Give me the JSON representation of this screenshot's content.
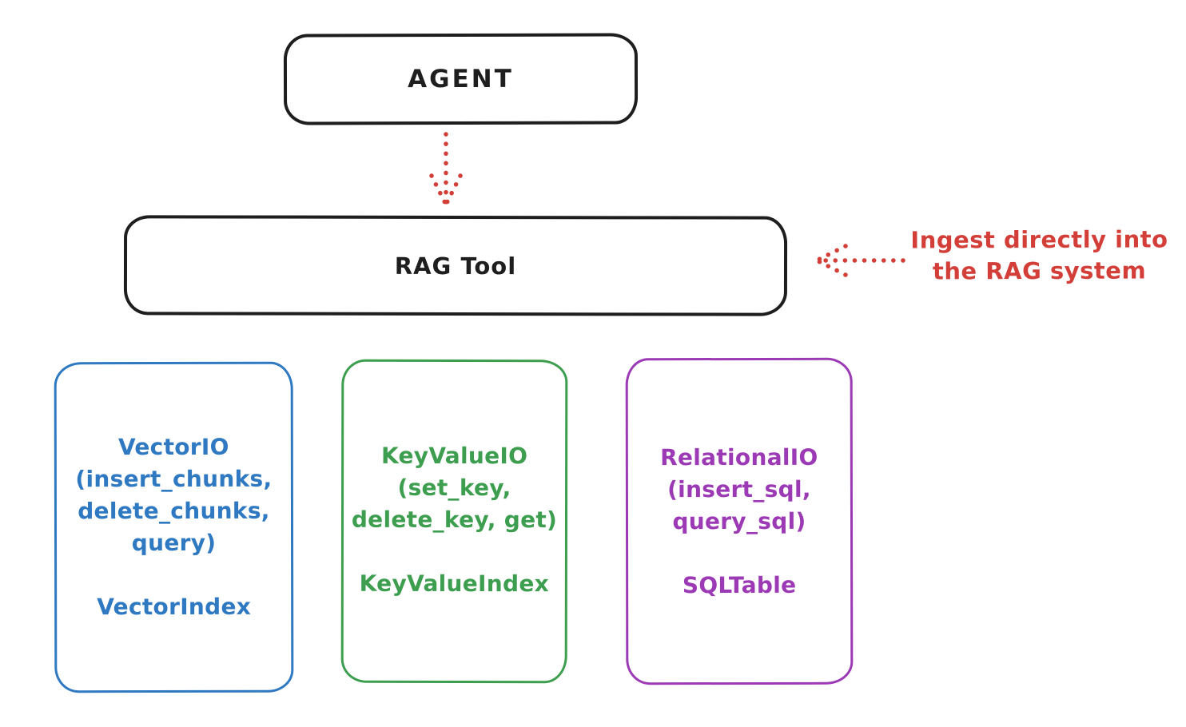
{
  "canvas": {
    "background": "#ffffff"
  },
  "colors": {
    "ink": "#1e1e1e",
    "red": "#d33f38",
    "blue": "#2f79c2",
    "green": "#3d9e4f",
    "purple": "#9c3ab5"
  },
  "agent_box": {
    "label": "AGENT"
  },
  "rag_box": {
    "label": "RAG Tool"
  },
  "annotation": {
    "line1": "Ingest directly into",
    "line2": "the RAG system"
  },
  "arrows": [
    {
      "name": "agent-to-rag-arrow",
      "style": "dotted",
      "direction": "down",
      "color": "#d33f38"
    },
    {
      "name": "ingest-into-rag-arrow",
      "style": "dotted",
      "direction": "left",
      "color": "#d33f38"
    }
  ],
  "cards": [
    {
      "title": "VectorIO",
      "params": [
        "(insert_chunks,",
        "delete_chunks,",
        "query)"
      ],
      "index_label": "VectorIndex",
      "color": "#2f79c2"
    },
    {
      "title": "KeyValueIO",
      "params": [
        "(set_key,",
        "delete_key, get)"
      ],
      "index_label": "KeyValueIndex",
      "color": "#3d9e4f"
    },
    {
      "title": "RelationalIO",
      "params": [
        "(insert_sql,",
        "query_sql)"
      ],
      "index_label": "SQLTable",
      "color": "#9c3ab5"
    }
  ]
}
